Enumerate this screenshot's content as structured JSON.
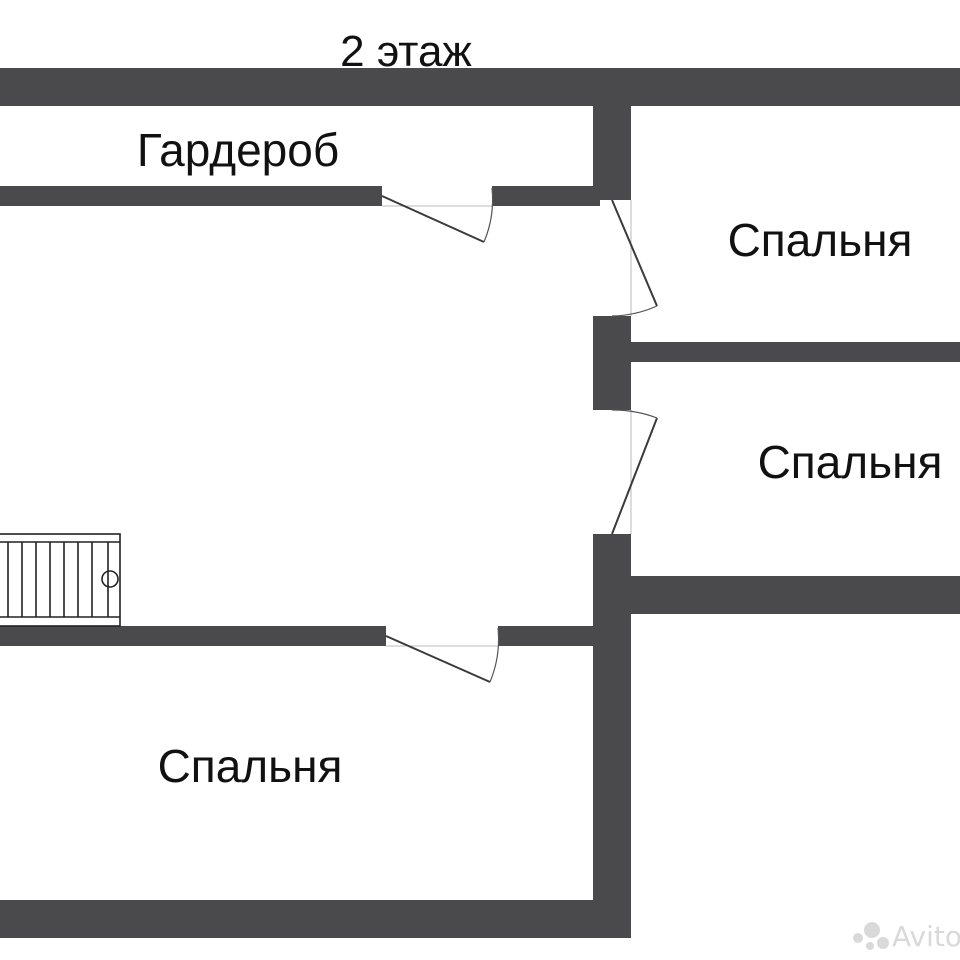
{
  "plan": {
    "title": "2 этаж",
    "rooms": {
      "wardrobe": "Гардероб",
      "bedroom_top_right": "Спальня",
      "bedroom_mid_right": "Спальня",
      "bedroom_bottom": "Спальня"
    }
  },
  "watermark": {
    "text": "Avito",
    "icon": "avito-dots-icon"
  },
  "colors": {
    "wall": "#4a4a4c",
    "background": "#ffffff",
    "text": "#111111",
    "watermark": "#d9d9d9"
  }
}
